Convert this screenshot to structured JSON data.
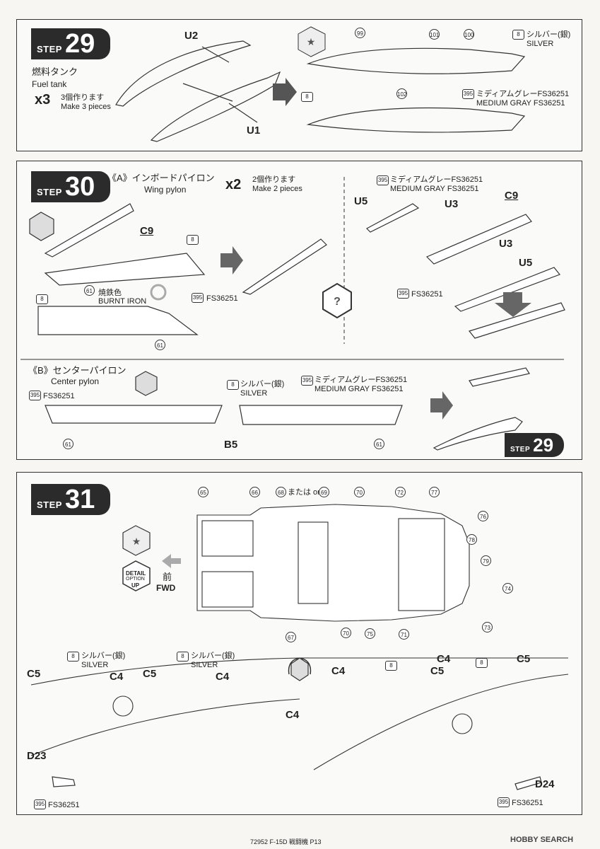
{
  "step29": {
    "badge_word": "STEP",
    "badge_num": "29",
    "title_jp": "燃料タンク",
    "title_en": "Fuel tank",
    "qty": "x3",
    "qty_jp": "3個作ります",
    "qty_en": "Make 3 pieces",
    "part_u2": "U2",
    "part_u1": "U1",
    "paint_silver_code": "8",
    "paint_silver_jp": "シルバー(銀)",
    "paint_silver_en": "SILVER",
    "paint_gray_code": "395",
    "paint_gray_jp": "ミディアムグレーFS36251",
    "paint_gray_en": "MEDIUM GRAY FS36251",
    "decals": [
      "99",
      "101",
      "100",
      "102"
    ],
    "left_paint_code": "8"
  },
  "step30": {
    "badge_word": "STEP",
    "badge_num": "30",
    "a_title_jp": "《A》インボードパイロン",
    "a_title_en": "Wing pylon",
    "qty": "x2",
    "qty_jp": "2個作ります",
    "qty_en": "Make 2 pieces",
    "part_c9": "C9",
    "paint8": "8",
    "decal61": "61",
    "burnt_jp": "焼鉄色",
    "burnt_en": "BURNT IRON",
    "fs_code": "395",
    "fs_label": "FS36251",
    "right_gray_code": "395",
    "right_gray_jp": "ミディアムグレーFS36251",
    "right_gray_en": "MEDIUM GRAY FS36251",
    "u5": "U5",
    "u3": "U3",
    "c9_right": "C9",
    "b_title_jp": "《B》センターパイロン",
    "b_title_en": "Center pylon",
    "b_fs": "FS36251",
    "b_silver_jp": "シルバー(銀)",
    "b_silver_en": "SILVER",
    "b_gray_jp": "ミディアムグレーFS36251",
    "b_gray_en": "MEDIUM GRAY FS36251",
    "part_b5": "B5",
    "ref_step_word": "STEP",
    "ref_step_num": "29"
  },
  "step31": {
    "badge_word": "STEP",
    "badge_num": "31",
    "detail_line1": "DETAIL",
    "detail_line2": "OPTION",
    "detail_line3": "UP",
    "fwd_jp": "前",
    "fwd_en": "FWD",
    "decals_top": [
      "65",
      "66",
      "68",
      "69",
      "70",
      "72",
      "77"
    ],
    "or_text": "または or",
    "decals_right": [
      "76",
      "78",
      "79",
      "74",
      "73"
    ],
    "decals_bottom": [
      "67",
      "70",
      "75",
      "71"
    ],
    "c5": "C5",
    "c4": "C4",
    "d23": "D23",
    "d24": "D24",
    "silver_code": "8",
    "silver_jp": "シルバー(銀)",
    "silver_en": "SILVER",
    "fs_code": "395",
    "fs_label": "FS36251"
  },
  "footer": {
    "code": "72952 F-15D 戦闘機 P13"
  },
  "watermark": {
    "text": "HOBBY SEARCH"
  }
}
